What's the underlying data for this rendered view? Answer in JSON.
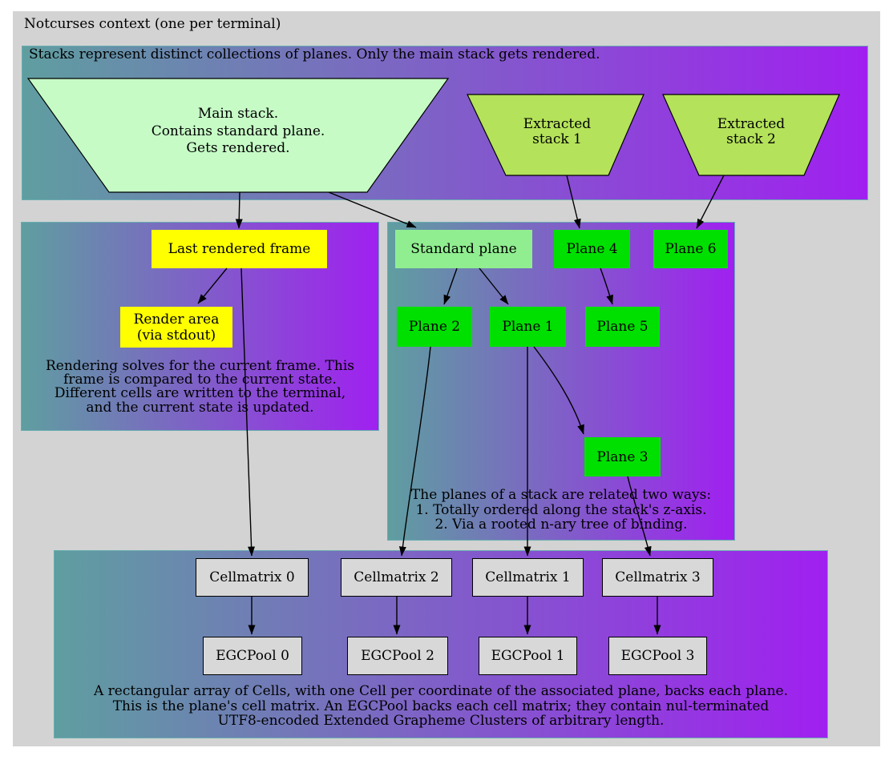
{
  "context": {
    "title": "Notcurses context (one per terminal)"
  },
  "stacks": {
    "caption": "Stacks represent distinct collections of planes. Only the main stack gets rendered.",
    "main": {
      "lines": [
        "Main stack.",
        "Contains standard plane.",
        "Gets rendered."
      ]
    },
    "extracted1": {
      "lines": [
        "Extracted",
        "stack 1"
      ]
    },
    "extracted2": {
      "lines": [
        "Extracted",
        "stack 2"
      ]
    }
  },
  "render": {
    "last_frame": "Last rendered frame",
    "render_area": [
      "Render area",
      "(via stdout)"
    ],
    "caption": [
      "Rendering solves for the current frame. This",
      "frame is compared to the current state.",
      "Different cells are written to the terminal,",
      "and the current state is updated."
    ]
  },
  "planes": {
    "standard": "Standard plane",
    "plane4": "Plane 4",
    "plane6": "Plane 6",
    "plane2": "Plane 2",
    "plane1": "Plane 1",
    "plane5": "Plane 5",
    "plane3": "Plane 3",
    "caption": [
      "The planes of a stack are related two ways:",
      "1. Totally ordered along the stack's z-axis.",
      "2. Via a rooted n-ary tree of binding."
    ]
  },
  "cells": {
    "cellmatrix": [
      "Cellmatrix 0",
      "Cellmatrix 2",
      "Cellmatrix 1",
      "Cellmatrix 3"
    ],
    "egcpool": [
      "EGCPool 0",
      "EGCPool 2",
      "EGCPool 1",
      "EGCPool 3"
    ],
    "caption": [
      "A rectangular array of Cells, with one Cell per coordinate of the associated plane, backs each plane.",
      "This is the plane's cell matrix. An EGCPool backs each cell matrix; they contain nul-terminated",
      "UTF8-encoded Extended Grapheme Clusters of arbitrary length."
    ]
  },
  "colors": {
    "gradient_teal": "#5f9ea0",
    "gradient_purple": "#a020f0",
    "section_border": "#68acb0",
    "context_fill": "#d3d3d3",
    "main_stack_fill": "#c6fbc6",
    "extracted_stack_fill": "#b4e25a",
    "standard_plane_fill": "#90ee90",
    "plane_fill": "#00e000",
    "render_fill": "#ffff00",
    "cell_fill": "#d8d8d8",
    "edge_color": "#000000"
  }
}
